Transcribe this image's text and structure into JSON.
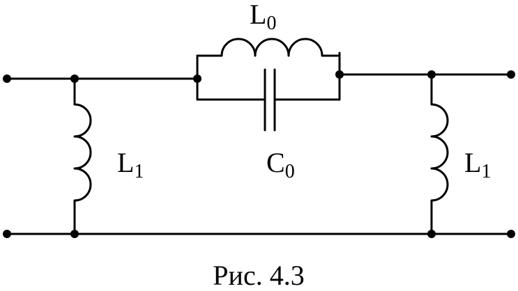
{
  "diagram": {
    "components": {
      "l0": {
        "name": "L",
        "subscript": "0"
      },
      "c0": {
        "name": "C",
        "subscript": "0"
      },
      "l1_left": {
        "name": "L",
        "subscript": "1"
      },
      "l1_right": {
        "name": "L",
        "subscript": "1"
      }
    },
    "caption": "Рис. 4.3"
  }
}
